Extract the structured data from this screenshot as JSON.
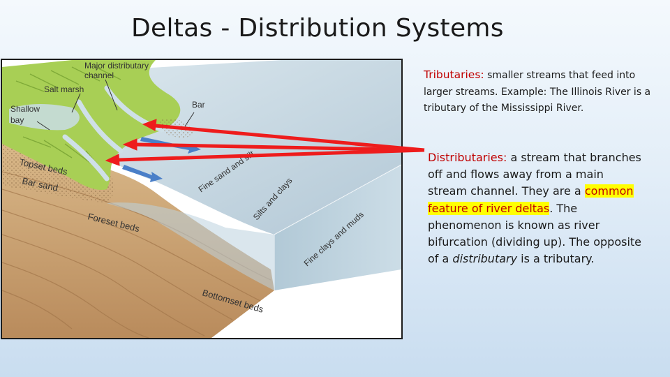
{
  "slide": {
    "title": "Deltas - Distribution Systems"
  },
  "diagram": {
    "labels": {
      "major_channel_1": "Major distributary",
      "major_channel_2": "channel",
      "salt_marsh": "Salt marsh",
      "shallow_bay_1": "Shallow",
      "shallow_bay_2": "bay",
      "bar": "Bar",
      "topset_beds": "Topset beds",
      "bar_sand": "Bar sand",
      "foreset_beds": "Foreset beds",
      "bottomset_beds": "Bottomset beds",
      "fine_sand_silt": "Fine sand and silt",
      "silts_clays": "Silts and clays",
      "fine_clays_muds": "Fine clays and muds"
    },
    "colors": {
      "arrow": "#ee1c1c",
      "water": "#b9cfdc",
      "marsh": "#9fcb4c",
      "sediment": "#c79c6b"
    }
  },
  "tributaries": {
    "term": "Tributaries:",
    "definition": " smaller streams that feed into larger streams. Example: The Illinois River is a tributary of the Mississippi River."
  },
  "distributaries": {
    "term": "Distributaries:",
    "text_1": "  a stream that branches off and flows away from a main stream channel. They are a ",
    "highlight": "common feature of river deltas",
    "text_2": ". The phenomenon is known as river bifurcation (dividing up). The opposite of a ",
    "italic": "distributary",
    "text_3": " is a tributary."
  }
}
